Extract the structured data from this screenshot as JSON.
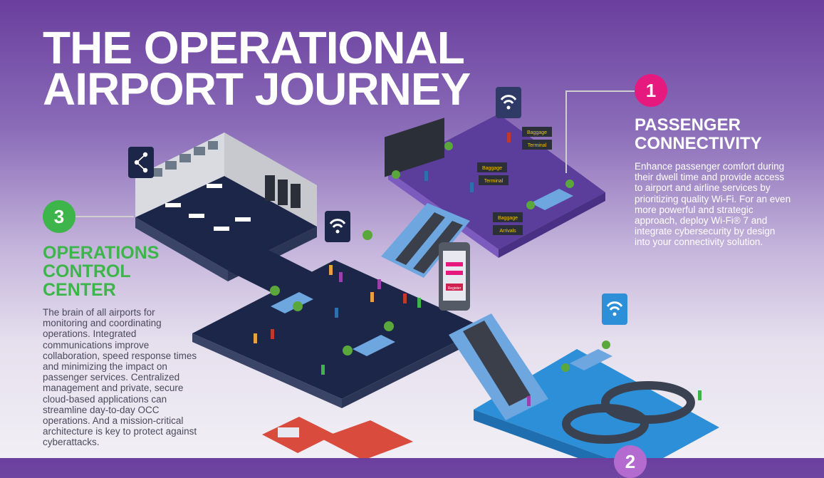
{
  "title": {
    "line1": "THE OPERATIONAL",
    "line2": "AIRPORT JOURNEY"
  },
  "sections": [
    {
      "number": "1",
      "heading_line1": "PASSENGER",
      "heading_line2": "CONNECTIVITY",
      "body": "Enhance passenger comfort during their dwell time and provide access to airport and airline services by prioritizing quality Wi-Fi. For an even more powerful and strategic approach, deploy Wi-Fi® 7 and integrate cybersecurity by design into your connectivity solution."
    },
    {
      "number": "3",
      "heading_line1": "OPERATIONS",
      "heading_line2": "CONTROL",
      "heading_line3": "CENTER",
      "body": "The brain of all airports for monitoring and coordinating operations. Integrated communications improve collaboration, speed response times and minimizing the impact on passenger services. Centralized management and private, secure cloud-based applications can streamline day-to-day OCC operations. And a mission-critical architecture is key to protect against cyberattacks."
    },
    {
      "number": "2"
    }
  ],
  "signs": {
    "baggage": "Baggage",
    "terminal": "Terminal",
    "arrivals": "Arrivals",
    "phone_button": "Register"
  },
  "icons": [
    "wifi-icon",
    "network-share-icon"
  ],
  "colors": {
    "badge1": "#e6197f",
    "badge3": "#3db54a",
    "badge2": "#b36bcf",
    "floor_dark": "#1c2648",
    "floor_purple": "#5b3d9c",
    "floor_blue": "#2d8fd8"
  }
}
